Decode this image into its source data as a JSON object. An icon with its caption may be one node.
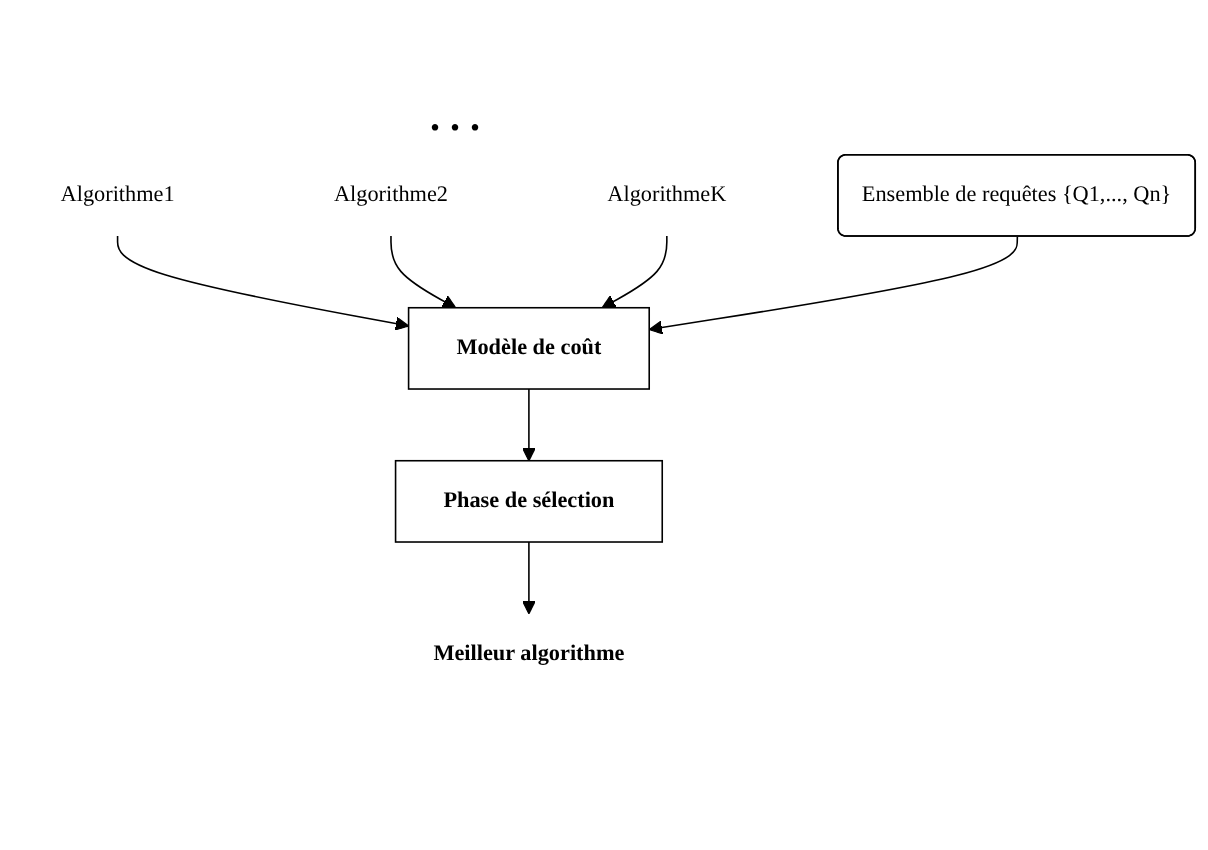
{
  "diagram": {
    "nodes": [
      {
        "text": [
          "Algorithme1"
        ]
      },
      {
        "text": [
          "Algorithme2"
        ]
      },
      {
        "text": [
          "AlgorithmeK"
        ]
      },
      {
        "text": [
          "Modèle de coût"
        ]
      },
      {
        "text": [
          "Ensemble de requêtes {Q1,..., Qn}"
        ]
      },
      {
        "text": [
          "Phase de sélection"
        ]
      },
      {
        "text": [
          "Meilleur algorithme"
        ]
      }
    ],
    "edges": [
      {
        "from": 0,
        "to": 3,
        "arrow": "to"
      },
      {
        "from": 1,
        "to": 3,
        "arrow": "to"
      },
      {
        "from": 2,
        "to": 3,
        "arrow": "to"
      },
      {
        "from": 4,
        "to": 3,
        "arrow": "to"
      },
      {
        "from": 3,
        "to": 5,
        "arrow": "to"
      },
      {
        "from": 5,
        "to": 6,
        "arrow": "to"
      }
    ],
    "labels": [
      ". . ."
    ]
  }
}
